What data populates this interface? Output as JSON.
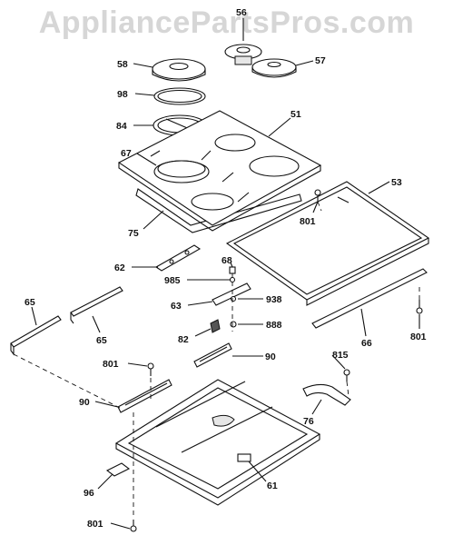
{
  "watermark": "AppliancePartsPros.com",
  "labels": {
    "p56": "56",
    "p58": "58",
    "p57": "57",
    "p98": "98",
    "p84": "84",
    "p51": "51",
    "p67": "67",
    "p75": "75",
    "p53": "53",
    "p801a": "801",
    "p62": "62",
    "p68": "68",
    "p985": "985",
    "p63": "63",
    "p938": "938",
    "p888": "888",
    "p82": "82",
    "p65a": "65",
    "p65b": "65",
    "p66": "66",
    "p801b": "801",
    "p90a": "90",
    "p801c": "801",
    "p815": "815",
    "p90b": "90",
    "p76": "76",
    "p61": "61",
    "p96": "96",
    "p801d": "801"
  }
}
